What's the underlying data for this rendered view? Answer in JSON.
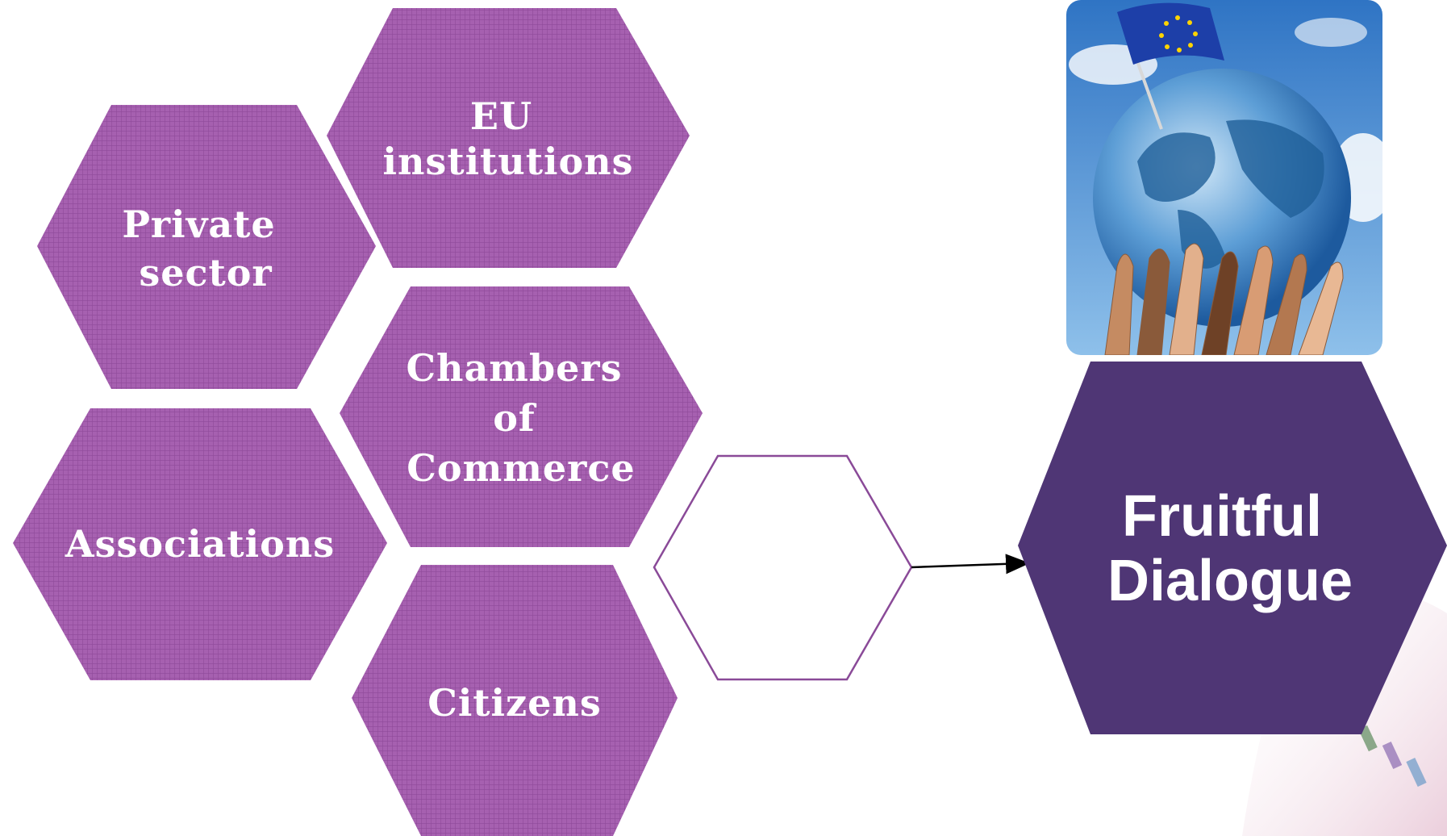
{
  "diagram": {
    "stakeholders": [
      {
        "id": "eu",
        "lines": [
          "EU",
          "institutions"
        ]
      },
      {
        "id": "private",
        "lines": [
          "Private",
          "sector"
        ]
      },
      {
        "id": "chambers",
        "lines": [
          "Chambers",
          "of",
          "Commerce"
        ]
      },
      {
        "id": "associations",
        "lines": [
          "Associations"
        ]
      },
      {
        "id": "citizens",
        "lines": [
          "Citizens"
        ]
      }
    ],
    "outcome": {
      "lines": [
        "Fruitful",
        "Dialogue"
      ]
    }
  },
  "colors": {
    "stakeholder_fill": "#a660b0",
    "stakeholder_grid": "#8e4a9a",
    "outcome_fill": "#4f3675",
    "outline_stroke": "#8a4a98",
    "arrow": "#000000"
  },
  "image": {
    "description_icon": "globe-eu-flag-hands-photo"
  }
}
